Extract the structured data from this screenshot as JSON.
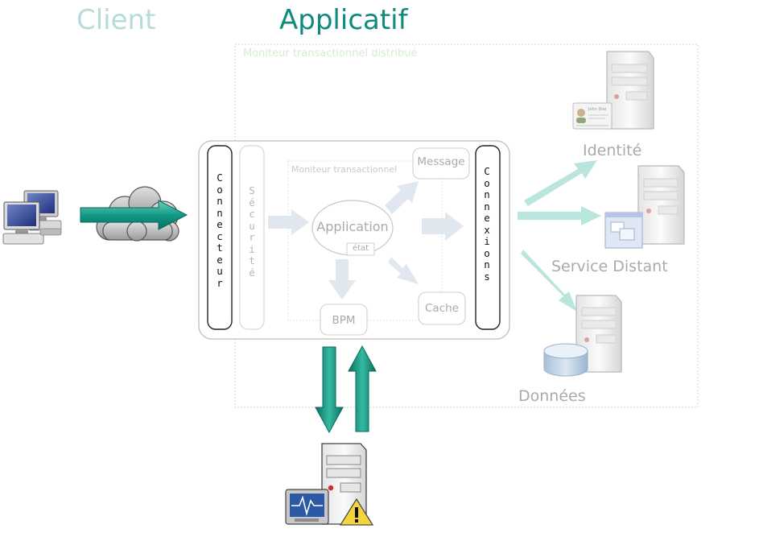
{
  "headers": {
    "client": "Client",
    "applicatif": "Applicatif"
  },
  "zones": {
    "distributed_monitor": "Moniteur transactionnel distribué",
    "local_monitor": "Moniteur transactionnel"
  },
  "columns": {
    "connecteur": "Connecteur",
    "securite": "Sécurité",
    "connexions": "Connexions"
  },
  "nodes": {
    "message": "Message",
    "application": "Application",
    "etat": "état",
    "bpm": "BPM",
    "cache": "Cache"
  },
  "external": {
    "identite": "Identité",
    "service_distant": "Service Distant",
    "donnees": "Données"
  },
  "id_card_text": "John Doe",
  "colors": {
    "accent": "#0e8a7e",
    "client_header": "#b5dcd8",
    "arrow_teal": "#12a08c",
    "arrow_faded": "#b8e6dc",
    "arrow_internal": "#dfe6ef"
  },
  "icons": [
    "client-computers-icon",
    "cloud-icon",
    "server-icon",
    "id-card-icon",
    "window-icon",
    "database-icon",
    "monitor-icon",
    "warning-icon"
  ]
}
